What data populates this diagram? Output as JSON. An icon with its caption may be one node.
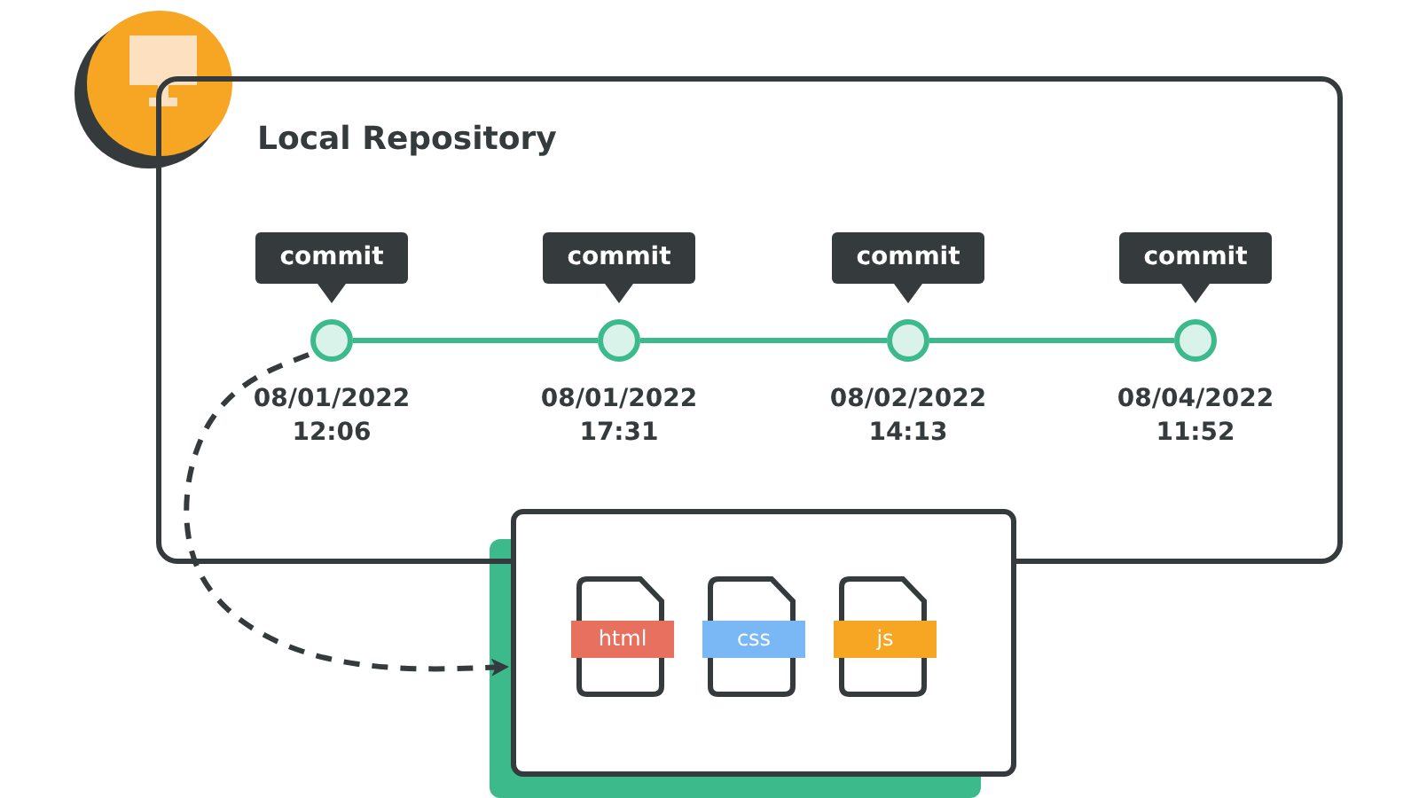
{
  "diagram": {
    "nodes": [
      {
        "text": [
          "Local Repository"
        ]
      },
      {
        "text": [
          "commit"
        ],
        "in": 0
      },
      {
        "text": [
          "commit"
        ],
        "in": 0
      },
      {
        "text": [
          "commit"
        ],
        "in": 0
      },
      {
        "text": [
          "commit"
        ],
        "in": 0
      },
      {
        "text": [],
        "shape": "circle",
        "in": 0,
        "beside": [
          "08/01/2022 12:06"
        ]
      },
      {
        "text": [],
        "shape": "circle",
        "in": 0,
        "beside": [
          "08/01/2022 17:31"
        ]
      },
      {
        "text": [],
        "shape": "circle",
        "in": 0,
        "beside": [
          "08/02/2022 14:13"
        ]
      },
      {
        "text": [],
        "shape": "circle",
        "in": 0,
        "beside": [
          "08/04/2022 11:52"
        ]
      },
      {
        "text": [],
        "shape": "box"
      },
      {
        "text": [
          "html"
        ],
        "in": 9
      },
      {
        "text": [
          "css"
        ],
        "in": 9
      },
      {
        "text": [
          "js"
        ],
        "in": 9
      }
    ],
    "edges": [
      {
        "from": 5,
        "to": 6,
        "arrow": "none"
      },
      {
        "from": 6,
        "to": 7,
        "arrow": "none"
      },
      {
        "from": 7,
        "to": 8,
        "arrow": "none"
      },
      {
        "from": 5,
        "to": 9,
        "arrow": "to",
        "style": "dashed",
        "color": "#353b3d"
      }
    ]
  }
}
